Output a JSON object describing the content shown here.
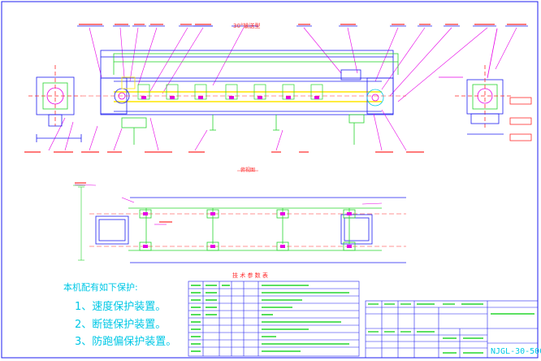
{
  "notes": {
    "title": "本机配有如下保护:",
    "items": [
      "1、速度保护装置。",
      "2、断链保护装置。",
      "3、防跑偏保护装置。"
    ]
  },
  "params_title": "技 术 参 数 表",
  "plan_title": "俯视图",
  "section_label": "30°输送型",
  "drawing_no": "NJGL-30-500",
  "colors": {
    "background": "#ffffff",
    "frame": "#1e1ef0",
    "chain": "#ffe600",
    "green": "#27d62e",
    "magenta": "#e600e6",
    "red": "#ff2a2a",
    "cyan": "#00c8e6",
    "white_lines": "#222222"
  }
}
